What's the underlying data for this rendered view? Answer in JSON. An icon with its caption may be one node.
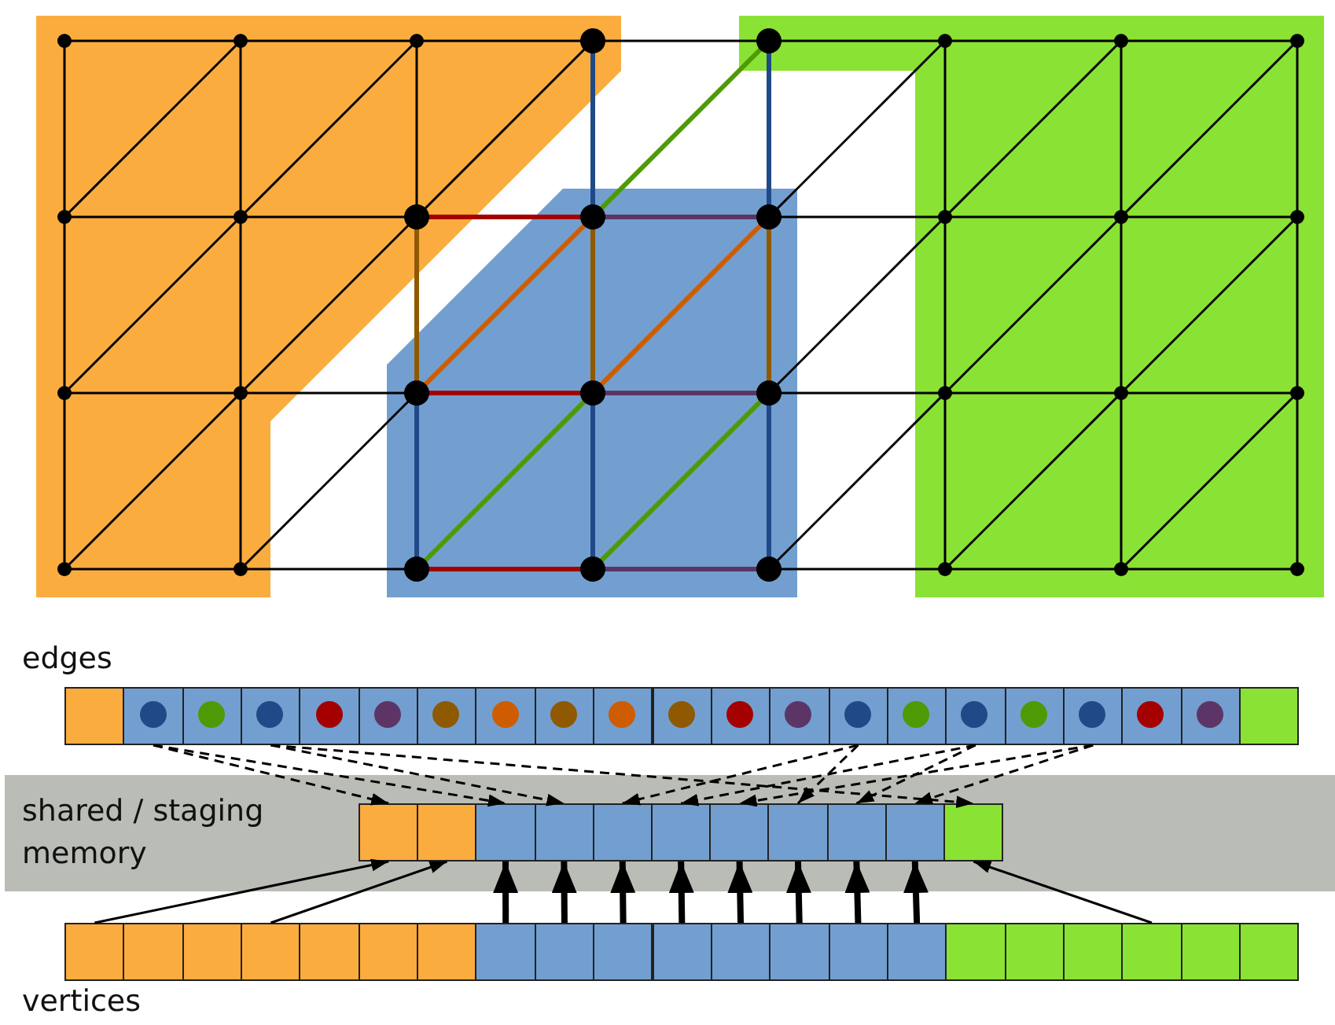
{
  "diagram": {
    "nodes": [
      {
        "text": [],
        "shape": "box"
      },
      {
        "text": [],
        "shape": "box"
      },
      {
        "text": [],
        "shape": "box"
      },
      {
        "text": [],
        "shape": "box"
      },
      {
        "text": [],
        "shape": "box"
      },
      {
        "text": [],
        "shape": "box"
      },
      {
        "text": [],
        "shape": "box"
      },
      {
        "text": [],
        "shape": "box"
      },
      {
        "text": [],
        "shape": "box"
      },
      {
        "text": [],
        "shape": "box"
      },
      {
        "text": [],
        "shape": "box"
      },
      {
        "text": [],
        "shape": "box"
      },
      {
        "text": [],
        "shape": "box"
      },
      {
        "text": [],
        "shape": "box"
      },
      {
        "text": [],
        "shape": "box"
      },
      {
        "text": [],
        "shape": "box"
      },
      {
        "text": [],
        "shape": "box"
      },
      {
        "text": [],
        "shape": "box"
      },
      {
        "text": [],
        "shape": "box"
      },
      {
        "text": [],
        "shape": "box"
      },
      {
        "text": [],
        "shape": "box"
      },
      {
        "text": [
          "shared / staging memory"
        ]
      },
      {
        "text": [],
        "shape": "box",
        "in": 21
      },
      {
        "text": [],
        "shape": "box",
        "in": 21
      },
      {
        "text": [],
        "shape": "box",
        "in": 21
      },
      {
        "text": [],
        "shape": "box",
        "in": 21
      },
      {
        "text": [],
        "shape": "box",
        "in": 21
      },
      {
        "text": [],
        "shape": "box",
        "in": 21
      },
      {
        "text": [],
        "shape": "box",
        "in": 21
      },
      {
        "text": [],
        "shape": "box",
        "in": 21
      },
      {
        "text": [],
        "shape": "box",
        "in": 21
      },
      {
        "text": [],
        "shape": "box",
        "in": 21
      },
      {
        "text": [],
        "shape": "box",
        "in": 21
      },
      {
        "text": [],
        "shape": "box"
      },
      {
        "text": [],
        "shape": "box"
      },
      {
        "text": [],
        "shape": "box"
      },
      {
        "text": [],
        "shape": "box"
      },
      {
        "text": [],
        "shape": "box"
      },
      {
        "text": [],
        "shape": "box"
      },
      {
        "text": [],
        "shape": "box"
      },
      {
        "text": [],
        "shape": "box"
      },
      {
        "text": [],
        "shape": "box"
      },
      {
        "text": [],
        "shape": "box"
      },
      {
        "text": [],
        "shape": "box"
      },
      {
        "text": [],
        "shape": "box"
      },
      {
        "text": [],
        "shape": "box"
      },
      {
        "text": [],
        "shape": "box"
      },
      {
        "text": [],
        "shape": "box"
      },
      {
        "text": [],
        "shape": "box"
      },
      {
        "text": [],
        "shape": "box"
      },
      {
        "text": [],
        "shape": "box"
      },
      {
        "text": [],
        "shape": "box"
      },
      {
        "text": [],
        "shape": "box"
      },
      {
        "text": [],
        "shape": "box"
      }
    ],
    "edges": [
      {
        "from": 1,
        "to": 22,
        "arrow": "to",
        "style": "dashed"
      },
      {
        "from": 1,
        "to": 24,
        "arrow": "to",
        "style": "dashed"
      },
      {
        "from": 3,
        "to": 25,
        "arrow": "to",
        "style": "dashed"
      },
      {
        "from": 3,
        "to": 32,
        "arrow": "to",
        "style": "dashed"
      },
      {
        "from": 13,
        "to": 26,
        "arrow": "to",
        "style": "dashed"
      },
      {
        "from": 13,
        "to": 29,
        "arrow": "to",
        "style": "dashed"
      },
      {
        "from": 15,
        "to": 27,
        "arrow": "to",
        "style": "dashed"
      },
      {
        "from": 15,
        "to": 30,
        "arrow": "to",
        "style": "dashed"
      },
      {
        "from": 17,
        "to": 28,
        "arrow": "to",
        "style": "dashed"
      },
      {
        "from": 17,
        "to": 31,
        "arrow": "to",
        "style": "dashed"
      },
      {
        "from": 33,
        "to": 22,
        "arrow": "to"
      },
      {
        "from": 36,
        "to": 23,
        "arrow": "to"
      },
      {
        "from": 40,
        "to": 24,
        "arrow": "to",
        "style": "thick"
      },
      {
        "from": 41,
        "to": 25,
        "arrow": "to",
        "style": "thick"
      },
      {
        "from": 42,
        "to": 26,
        "arrow": "to",
        "style": "thick"
      },
      {
        "from": 43,
        "to": 27,
        "arrow": "to",
        "style": "thick"
      },
      {
        "from": 44,
        "to": 28,
        "arrow": "to",
        "style": "thick"
      },
      {
        "from": 45,
        "to": 29,
        "arrow": "to",
        "style": "thick"
      },
      {
        "from": 46,
        "to": 30,
        "arrow": "to",
        "style": "thick"
      },
      {
        "from": 47,
        "to": 31,
        "arrow": "to",
        "style": "thick"
      },
      {
        "from": 51,
        "to": 32,
        "arrow": "to"
      }
    ],
    "labels": [
      "edges",
      "vertices"
    ]
  }
}
